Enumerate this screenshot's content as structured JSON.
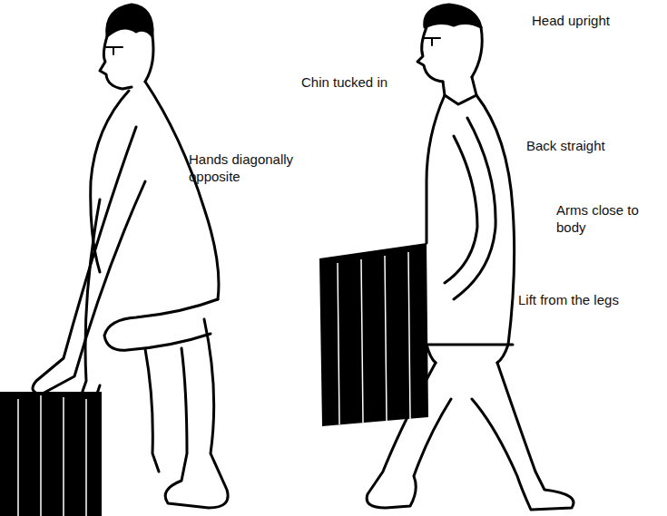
{
  "diagram": {
    "labels": [
      "Head upright",
      "Chin tucked in",
      "Back straight",
      "Hands diagonally opposite",
      "Arms close to body",
      "Lift from the legs"
    ]
  }
}
